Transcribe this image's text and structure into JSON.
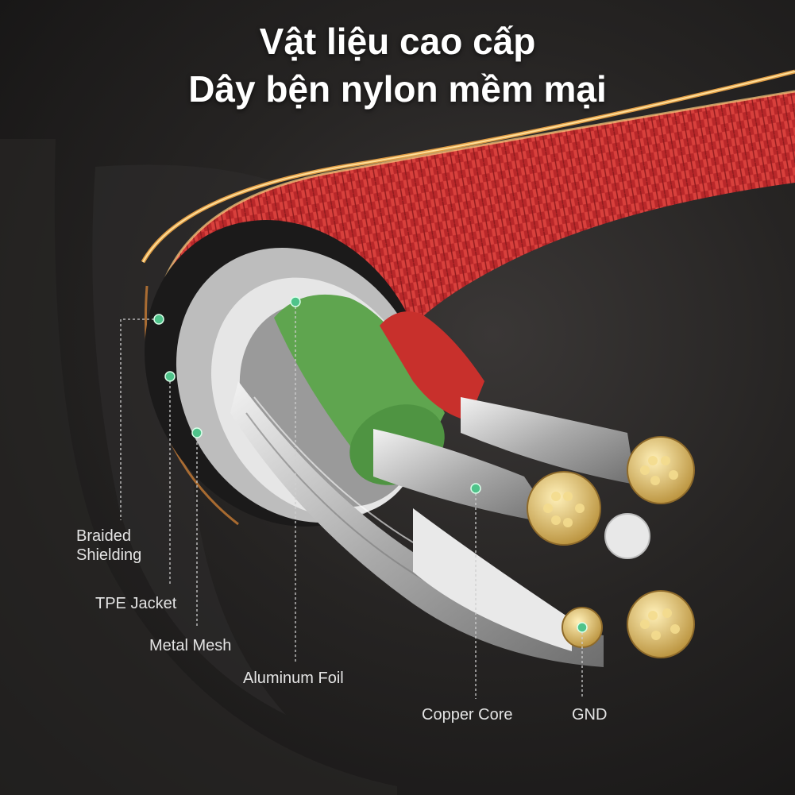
{
  "title": {
    "line1": "Vật liệu cao cấp",
    "line2": "Dây bện nylon mềm mại"
  },
  "layers": [
    {
      "name": "braided-shielding",
      "label_line1": "Braided",
      "label_line2": "Shielding"
    },
    {
      "name": "tpe-jacket",
      "label": "TPE Jacket"
    },
    {
      "name": "metal-mesh",
      "label": "Metal Mesh"
    },
    {
      "name": "aluminum-foil",
      "label": "Aluminum Foil"
    },
    {
      "name": "copper-core",
      "label": "Copper Core"
    },
    {
      "name": "gnd",
      "label": "GND"
    }
  ],
  "colors": {
    "braid": "#c7302c",
    "green_wire": "#5fa54f",
    "red_wire": "#c8302c",
    "copper": "#d9b95a",
    "marker": "#4fc38a",
    "foil": "#d8d8d8"
  }
}
